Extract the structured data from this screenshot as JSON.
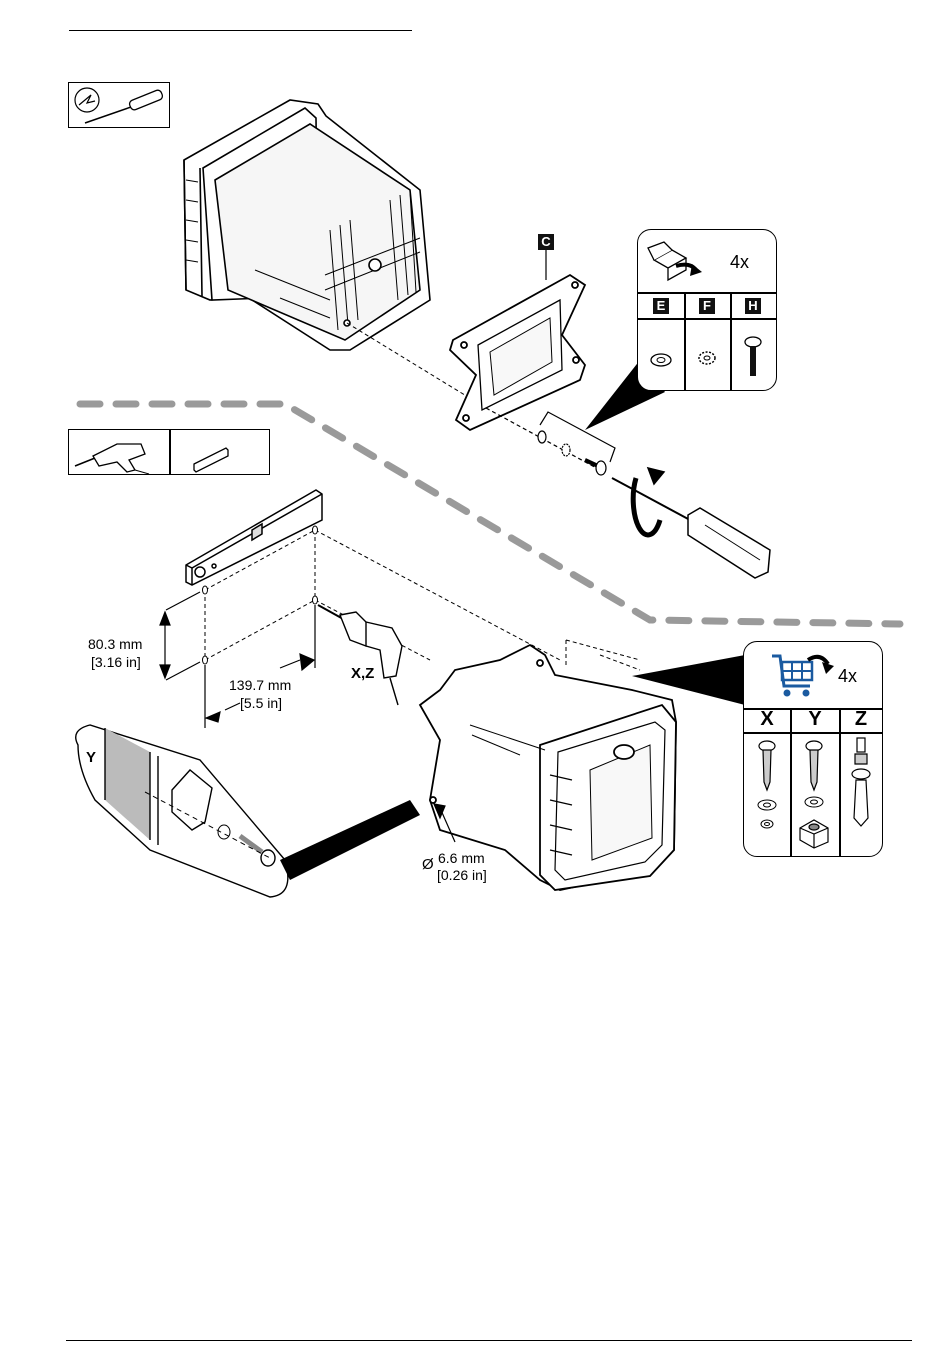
{
  "page": {
    "title_rule": true,
    "footer_rule": true
  },
  "tools": {
    "step1": [
      "screwdriver-icon"
    ],
    "step2": [
      "drill-icon",
      "spirit-level-icon"
    ]
  },
  "parts": {
    "bracket_label": "C"
  },
  "hardware_panel_1": {
    "quantity": "4x",
    "icon": "box-open-icon",
    "columns": [
      {
        "label": "E",
        "item": "flat-washer-icon"
      },
      {
        "label": "F",
        "item": "lock-washer-icon"
      },
      {
        "label": "H",
        "item": "screw-icon"
      }
    ]
  },
  "hardware_panel_2": {
    "quantity": "4x",
    "icon": "shopping-cart-icon",
    "accent_color": "#1a5aa0",
    "columns": [
      {
        "label": "X",
        "items": [
          "screw-icon",
          "flat-washer-icon",
          "lock-washer-icon"
        ]
      },
      {
        "label": "Y",
        "items": [
          "screw-icon",
          "flat-washer-icon",
          "cage-nut-icon"
        ]
      },
      {
        "label": "Z",
        "items": [
          "anchor-bolt-icon"
        ]
      }
    ]
  },
  "dimensions": {
    "vertical_mm": "80.3 mm",
    "vertical_in": "[3.16 in]",
    "horizontal_mm": "139.7 mm",
    "horizontal_in": "[5.5 in]",
    "hole_mm": "6.6 mm",
    "hole_in": "[0.26 in]",
    "hole_symbol": "Ø"
  },
  "callouts": {
    "drill_option": "X,Z",
    "detail_option": "Y"
  },
  "colors": {
    "divider_dash": "#9a9a9a",
    "line": "#000000"
  }
}
